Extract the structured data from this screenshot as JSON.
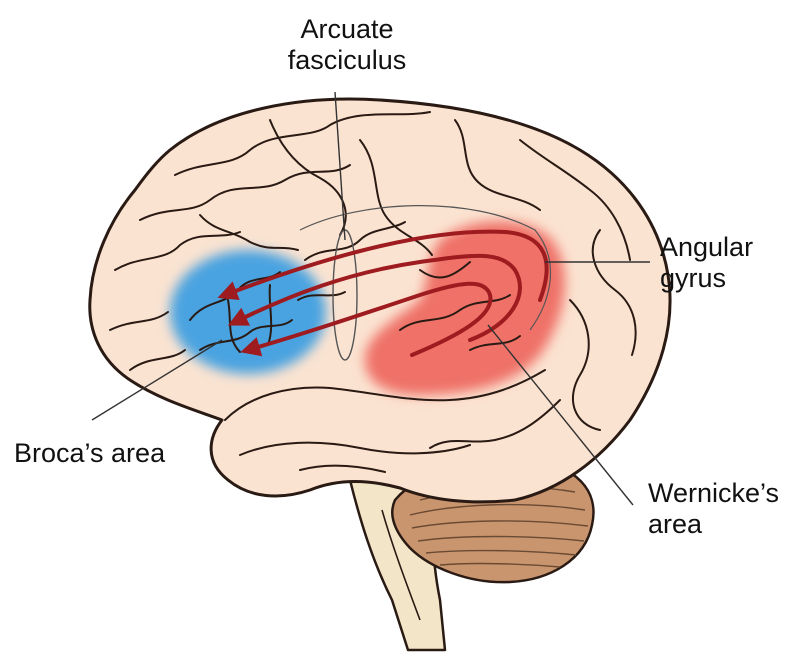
{
  "labels": {
    "arcuate_fasciculus": [
      "Arcuate",
      "fasciculus"
    ],
    "angular_gyrus": [
      "Angular",
      "gyrus"
    ],
    "brocas_area": [
      "Broca’s area"
    ],
    "wernickes_area": [
      "Wernicke’s",
      "area"
    ]
  },
  "colors": {
    "brain_fill": "#fbe3d1",
    "brain_outline": "#2a1a14",
    "brocas_region": "#4aa3e0",
    "wernickes_region": "#ef7168",
    "arrow": "#9e1b1f",
    "cerebellum": "#c9956f",
    "brainstem": "#f3e6c8",
    "leader_line": "#333333"
  },
  "icons": {
    "arrow_heads": "arrowhead-icon"
  }
}
